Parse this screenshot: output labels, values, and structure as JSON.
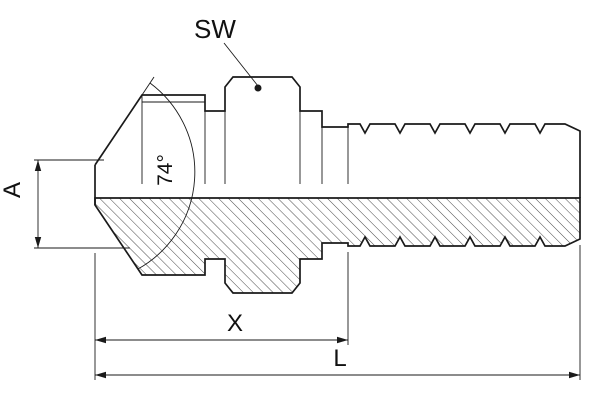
{
  "drawing": {
    "background": "#ffffff",
    "line_color": "#1a1a1a",
    "labels": {
      "sw": "SW",
      "a": "A",
      "angle": "74°",
      "x": "X",
      "l": "L"
    }
  }
}
